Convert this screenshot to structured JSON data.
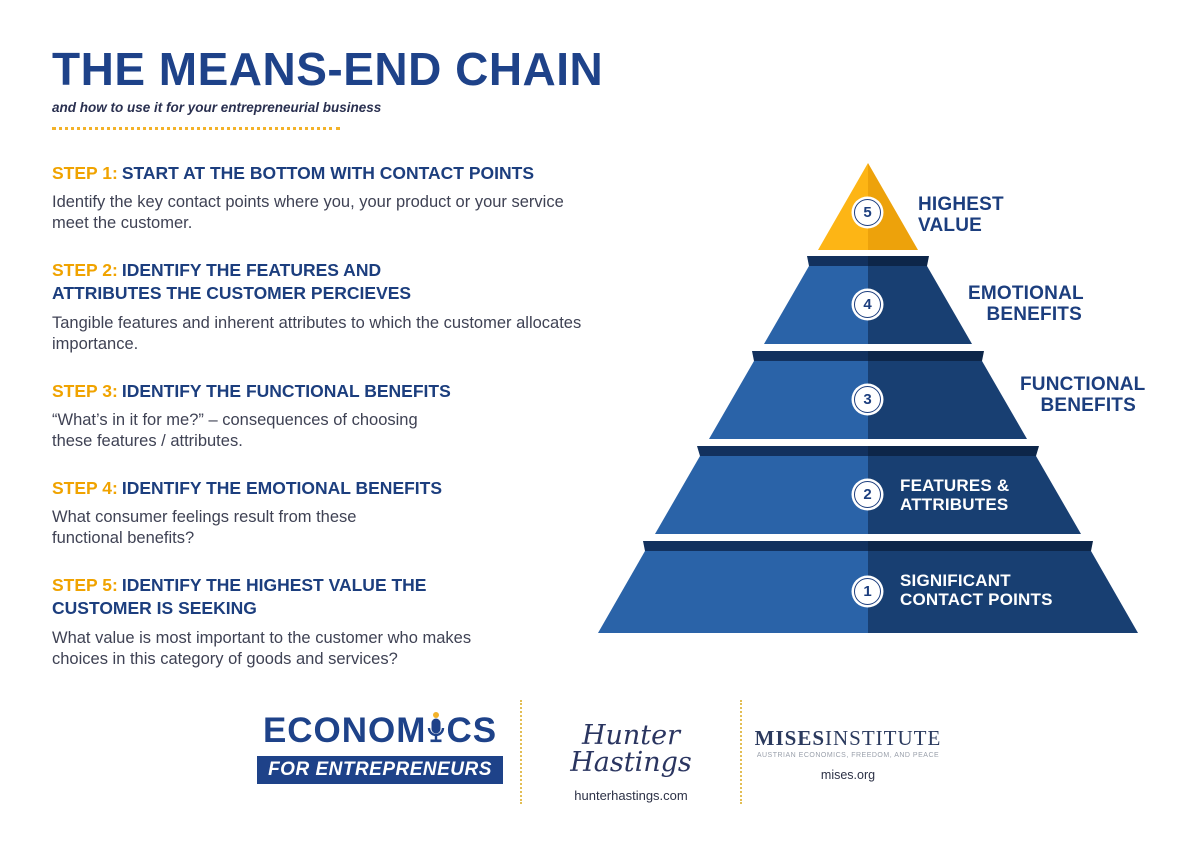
{
  "colors": {
    "navy_title": "#1e4289",
    "navy_heading": "#1c3e7e",
    "gold": "#f0a300",
    "dotted_gold": "#f3b229",
    "body_text": "#3f4254",
    "pyramid_blue_light": "#2a63a8",
    "pyramid_blue_dark": "#183f72",
    "pyramid_lip_left": "#12315e",
    "pyramid_lip_right": "#0d2649",
    "pyramid_gold_light": "#fdb515",
    "pyramid_gold_dark": "#eda20b",
    "white": "#ffffff"
  },
  "header": {
    "title": "THE MEANS-END CHAIN",
    "subtitle": "and how to use it for your entrepreneurial business"
  },
  "steps": [
    {
      "label": "STEP 1:",
      "heading": "START AT THE BOTTOM WITH CONTACT POINTS",
      "body": "Identify the key contact points where you, your product or your service meet the customer."
    },
    {
      "label": "STEP 2:",
      "heading": "IDENTIFY THE FEATURES AND ATTRIBUTES THE CUSTOMER PERCIEVES",
      "body": "Tangible features and inherent attributes to which the customer allocates importance."
    },
    {
      "label": "STEP 3:",
      "heading": "IDENTIFY THE FUNCTIONAL BENEFITS",
      "body": "“What’s in it for me?” – consequences of choosing these features / attributes."
    },
    {
      "label": "STEP 4:",
      "heading": "IDENTIFY THE EMOTIONAL BENEFITS",
      "body": "What consumer feelings result from these functional benefits?"
    },
    {
      "label": "STEP 5:",
      "heading": "IDENTIFY THE HIGHEST VALUE THE CUSTOMER IS SEEKING",
      "body": "What value is most important to the customer who makes choices in this category of goods and services?"
    }
  ],
  "pyramid": {
    "levels": [
      {
        "number": "5",
        "label": "HIGHEST VALUE"
      },
      {
        "number": "4",
        "label": "EMOTIONAL BENEFITS"
      },
      {
        "number": "3",
        "label": "FUNCTIONAL BENEFITS"
      },
      {
        "number": "2",
        "label": "FEATURES & ATTRIBUTES"
      },
      {
        "number": "1",
        "label": "SIGNIFICANT CONTACT POINTS"
      }
    ]
  },
  "footer": {
    "brand": {
      "name_left": "ECONOM",
      "name_right": "CS",
      "tagline": "FOR ENTREPRENEURS"
    },
    "author": {
      "name": "Hunter Hastings",
      "site": "hunterhastings.com"
    },
    "institute": {
      "name_part1": "MISES",
      "name_part2": "INSTITUTE",
      "tagline": "AUSTRIAN ECONOMICS, FREEDOM, AND PEACE",
      "site": "mises.org"
    }
  }
}
